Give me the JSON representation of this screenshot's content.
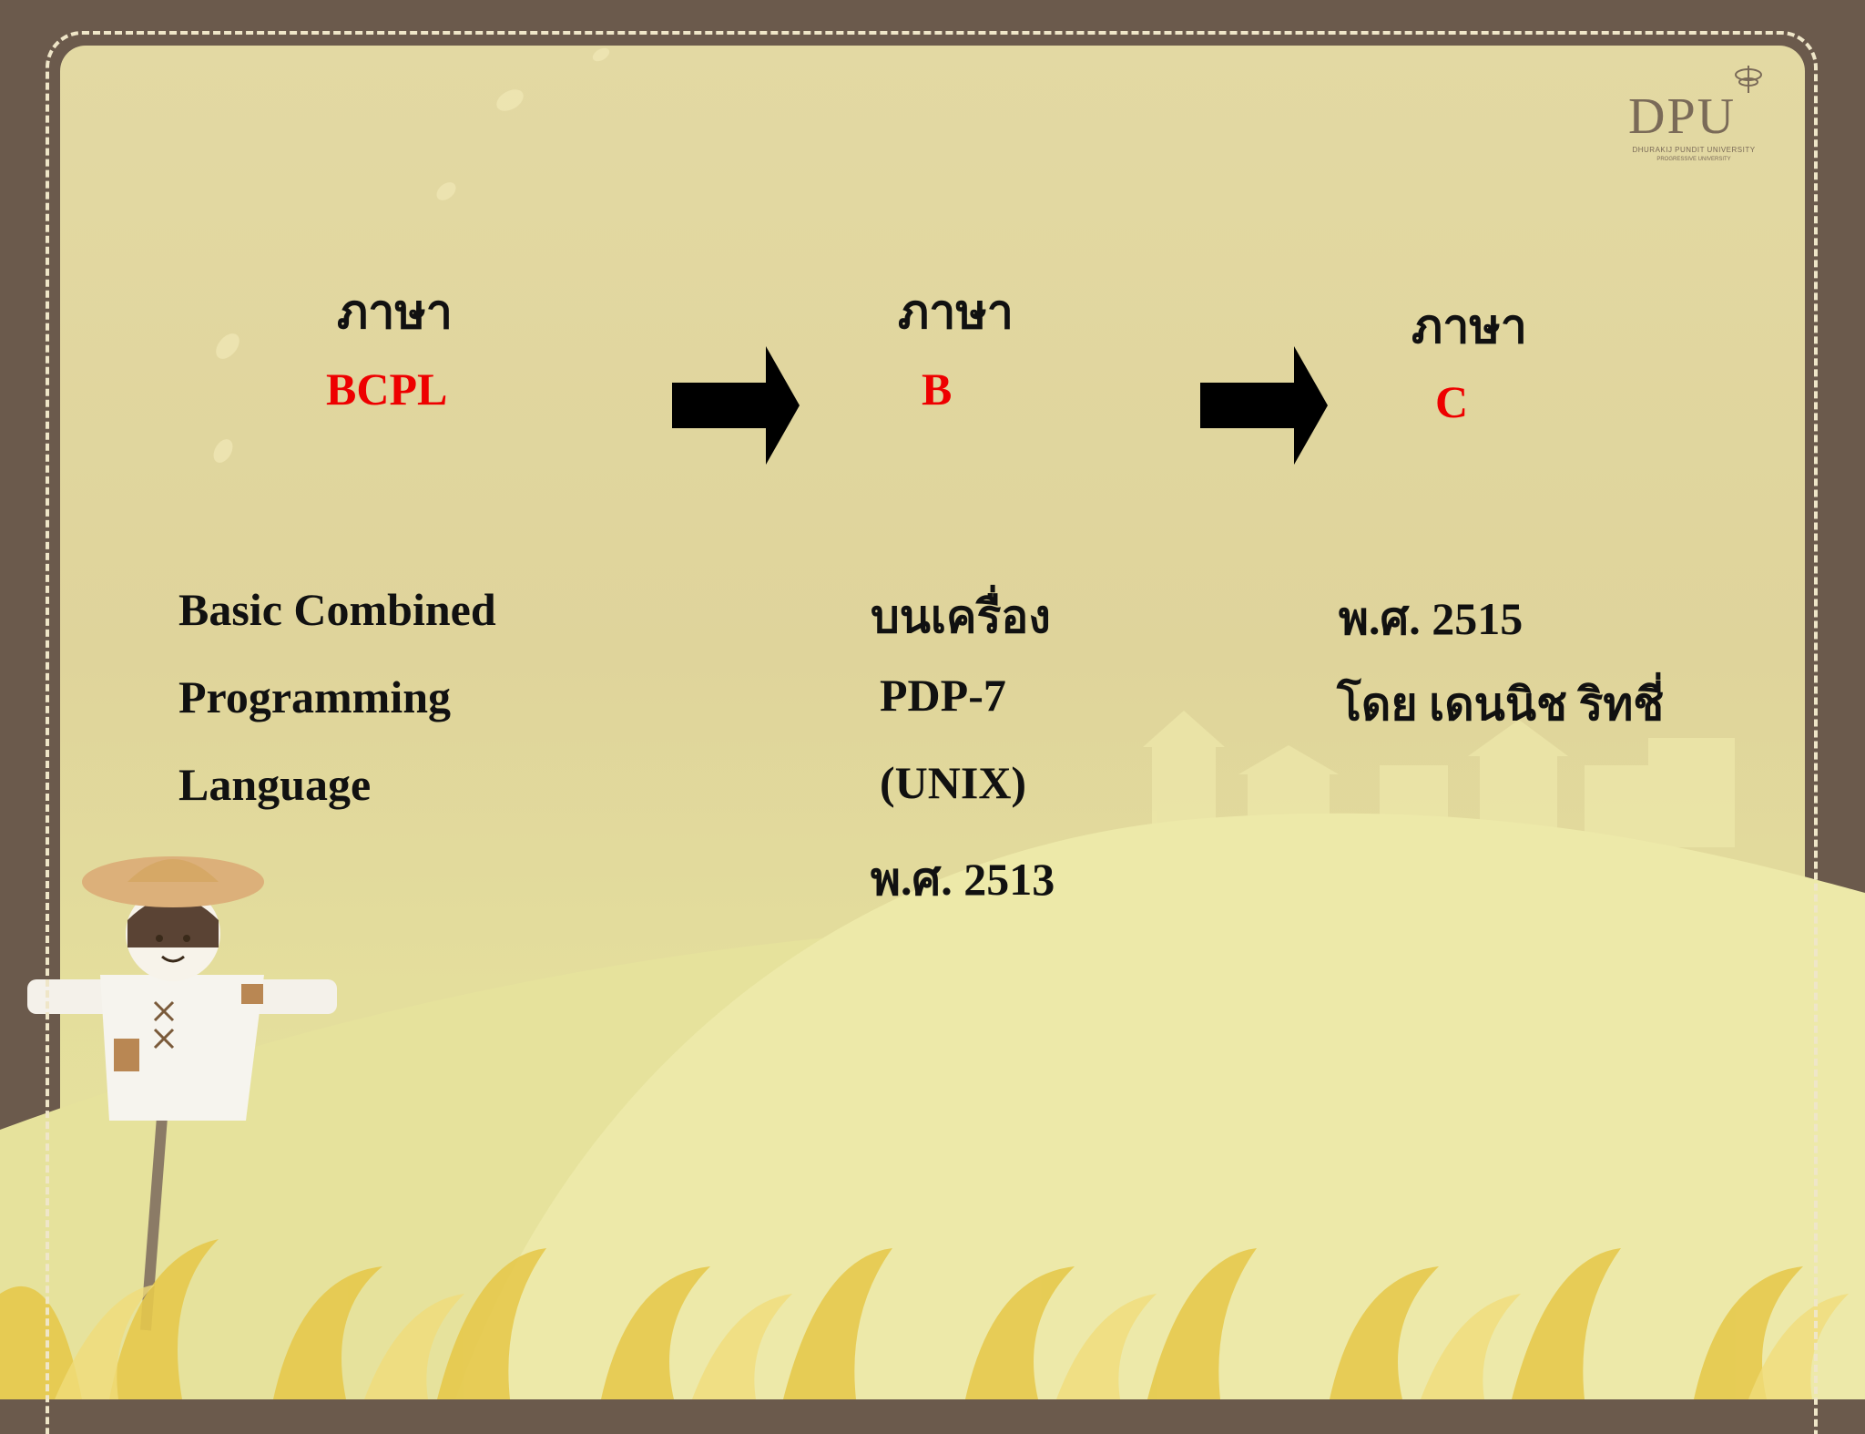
{
  "logo": {
    "text": "DPU",
    "subtitle": "DHURAKIJ PUNDIT UNIVERSITY",
    "tagline": "PROGRESSIVE UNIVERSITY"
  },
  "columns": [
    {
      "header": "ภาษา",
      "language": "BCPL",
      "lines": [
        "Basic Combined",
        "Programming",
        "Language"
      ]
    },
    {
      "header": "ภาษา",
      "language": "B",
      "lines": [
        "บนเครื่อง",
        "PDP-7",
        "(UNIX)",
        "พ.ศ. 2513"
      ]
    },
    {
      "header": "ภาษา",
      "language": "C",
      "lines": [
        "พ.ศ. 2515",
        "โดย เดนนิช ริทชี่"
      ]
    }
  ],
  "colors": {
    "frame": "#6b5a4c",
    "panel": "#e3d9a3",
    "language": "#ee0000",
    "arrow": "#000000"
  },
  "icons": [
    "arrow-right-icon",
    "scarecrow-illustration",
    "village-illustration",
    "grass-illustration"
  ]
}
